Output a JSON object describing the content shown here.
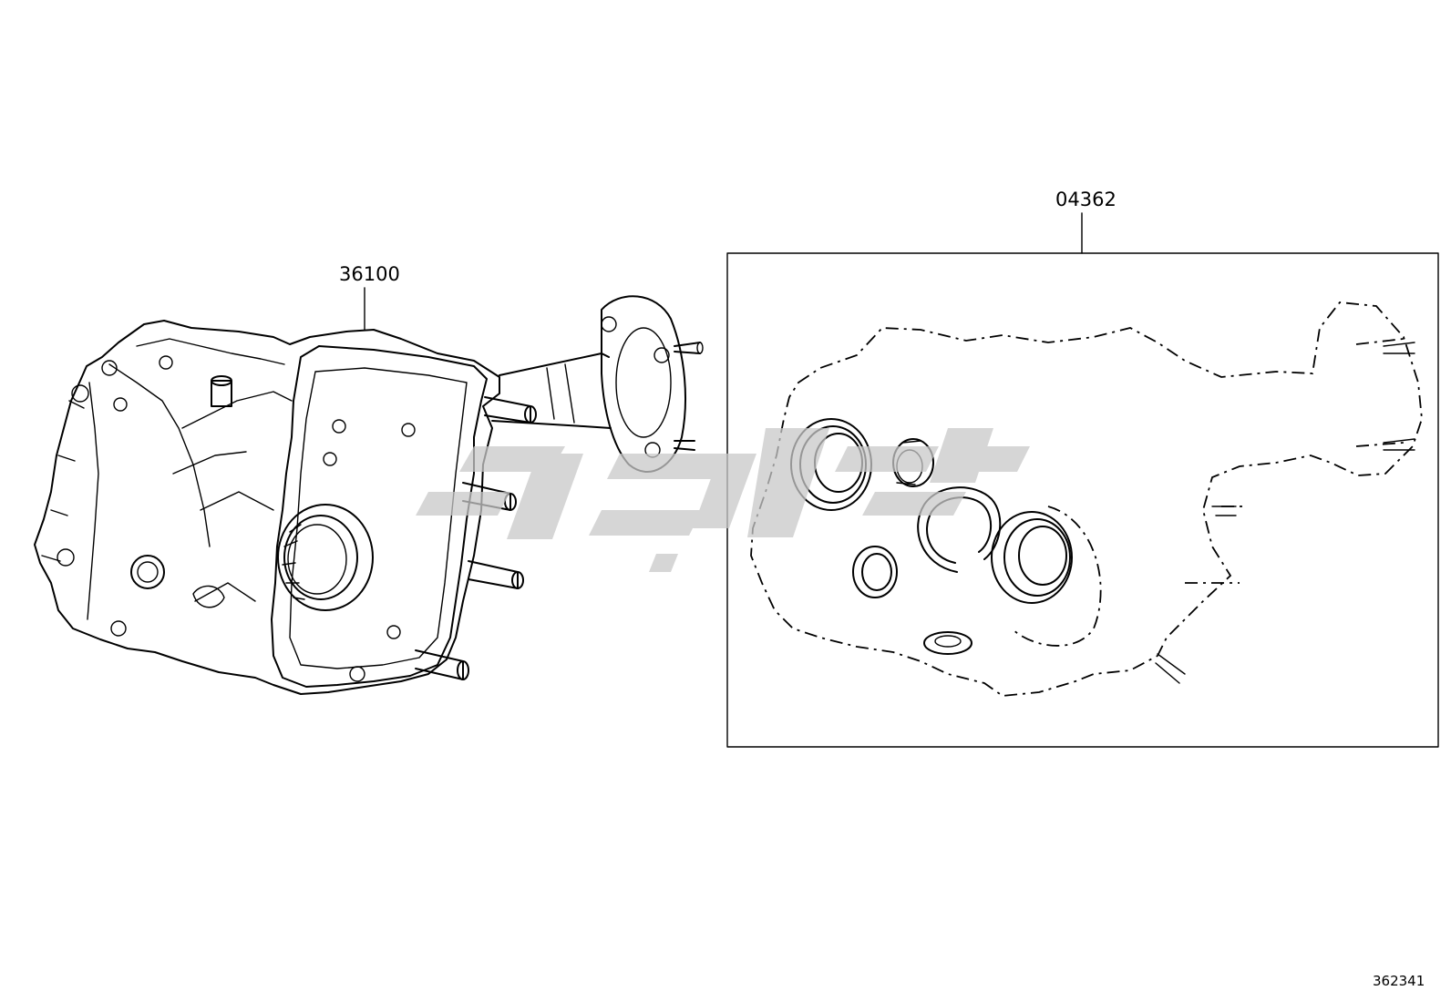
{
  "diagram": {
    "parts": [
      {
        "part_number": "36100",
        "target": "transfer-assembly"
      },
      {
        "part_number": "04362",
        "target": "transfer-gasket-kit"
      }
    ],
    "figure_number": "362341",
    "watermark": "logo-watermark"
  }
}
